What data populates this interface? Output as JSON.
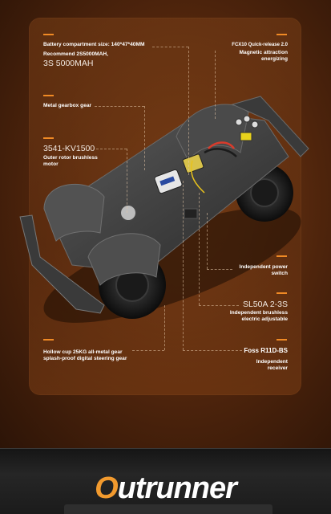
{
  "labels": {
    "battery_size": "Battery compartment size: 140*47*40MM",
    "battery_recommend": "Recommend 2S5000MAH,",
    "battery_3s": "3S 5000MAH",
    "gearbox": "Metal gearbox gear",
    "motor_model": "3541-KV1500",
    "motor_desc_1": "Outer rotor brushless",
    "motor_desc_2": "motor",
    "servo_1": "Hollow cup 25KG all-metal gear",
    "servo_2": "splash-proof digital steering gear",
    "release_model": "FCX10 Quick-release 2.0",
    "release_desc_1": "Magnetic attraction",
    "release_desc_2": "energizing",
    "power_1": "Independent power",
    "power_2": "switch",
    "esc_model": "SL50A 2-3S",
    "esc_desc_1": "Independent brushless",
    "esc_desc_2": "electric adjustable",
    "receiver_model": "Foss R11D-BS",
    "receiver_desc_1": "Independent",
    "receiver_desc_2": "receiver"
  },
  "banner": {
    "word_first": "O",
    "word_rest": "utrunner"
  },
  "colors": {
    "accent": "#f08a25",
    "background": "#5a2c10",
    "panel": "#7a3e16",
    "bottom_band": "#1b1b1b"
  }
}
